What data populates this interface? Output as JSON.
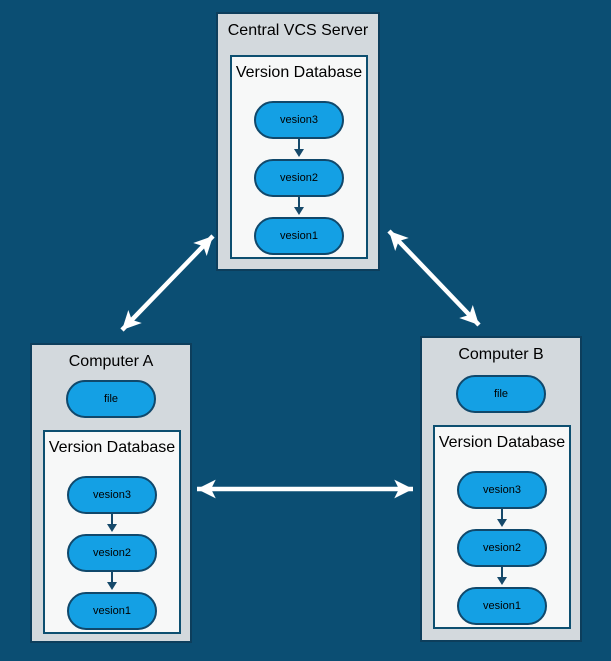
{
  "colors": {
    "background": "#0b4e73",
    "node_fill": "#d3d9dd",
    "node_border": "#0d3e5c",
    "db_fill": "#f7f8f8",
    "db_border": "#0d4f70",
    "pill_fill": "#14a0e4",
    "pill_border": "#10486b",
    "version_arrow": "#16496a",
    "edge_arrow": "#ffffff"
  },
  "nodes": {
    "server": {
      "title": "Central VCS Server",
      "db": {
        "title": "Version Database",
        "versions": [
          "vesion3",
          "vesion2",
          "vesion1"
        ]
      }
    },
    "computer_a": {
      "title": "Computer A",
      "file_label": "file",
      "db": {
        "title": "Version Database",
        "versions": [
          "vesion3",
          "vesion2",
          "vesion1"
        ]
      }
    },
    "computer_b": {
      "title": "Computer B",
      "file_label": "file",
      "db": {
        "title": "Version Database",
        "versions": [
          "vesion3",
          "vesion2",
          "vesion1"
        ]
      }
    }
  },
  "edges": [
    {
      "from": "computer_a",
      "to": "server",
      "type": "bidirectional"
    },
    {
      "from": "server",
      "to": "computer_b",
      "type": "bidirectional"
    },
    {
      "from": "computer_a",
      "to": "computer_b",
      "type": "bidirectional"
    }
  ]
}
